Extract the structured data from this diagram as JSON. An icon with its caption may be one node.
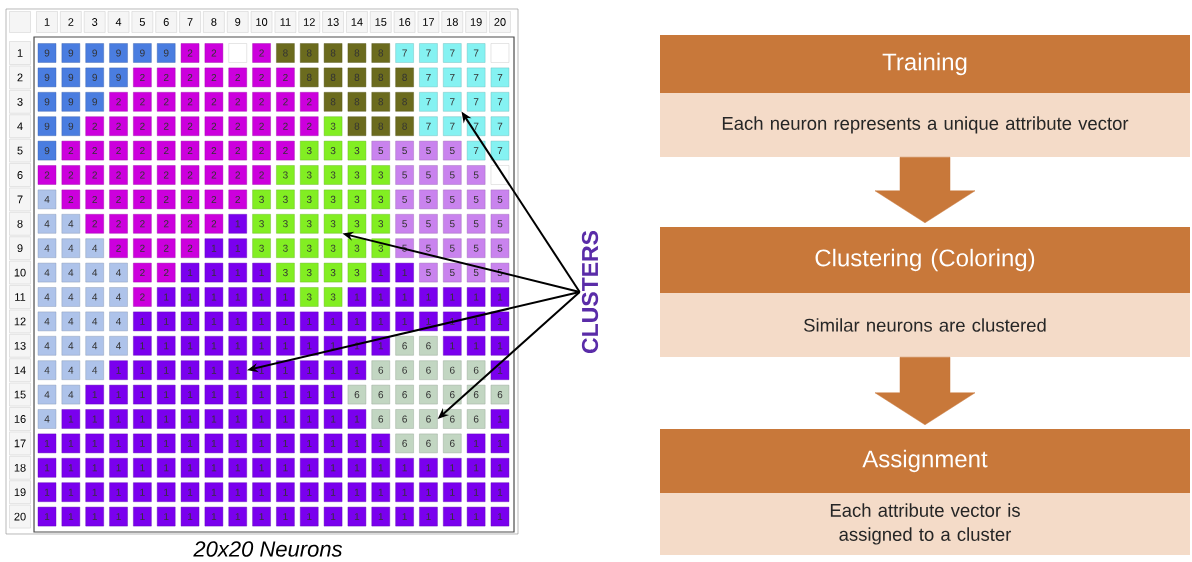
{
  "diagram": {
    "caption": "20x20 Neurons",
    "nodes": [
      {
        "text": [
          "CLUSTERS"
        ]
      },
      {
        "text": [
          "Training"
        ]
      },
      {
        "text": [
          "Each neuron represents a unique attribute vector"
        ]
      },
      {
        "text": [
          "Clustering (Coloring)"
        ]
      },
      {
        "text": [
          "Similar neurons are clustered"
        ]
      },
      {
        "text": [
          "Assignment"
        ]
      },
      {
        "text": [
          "Each attribute vector is assigned to a cluster"
        ]
      },
      {
        "text": [
          "7"
        ]
      },
      {
        "text": [
          "3"
        ]
      },
      {
        "text": [
          "1"
        ]
      },
      {
        "text": [
          "6"
        ]
      }
    ],
    "edges": [
      {
        "from": 0,
        "to": 7,
        "arrow": "to"
      },
      {
        "from": 0,
        "to": 8,
        "arrow": "to"
      },
      {
        "from": 0,
        "to": 9,
        "arrow": "to"
      },
      {
        "from": 0,
        "to": 10,
        "arrow": "to"
      },
      {
        "from": 2,
        "to": 3,
        "arrow": "to",
        "style": "thick",
        "color": "#c8783a"
      },
      {
        "from": 4,
        "to": 5,
        "arrow": "to",
        "style": "thick",
        "color": "#c8783a"
      }
    ],
    "labels": [
      "1",
      "2",
      "3",
      "4",
      "5",
      "6",
      "7",
      "8",
      "9",
      "10",
      "11",
      "12",
      "13",
      "14",
      "15",
      "16",
      "17",
      "18",
      "19",
      "20",
      "1",
      "9",
      "9",
      "9",
      "9",
      "9",
      "9",
      "2",
      "2",
      "2",
      "8",
      "8",
      "8",
      "8",
      "8",
      "7",
      "7",
      "7",
      "7",
      "2",
      "9",
      "9",
      "9",
      "9",
      "2",
      "2",
      "2",
      "2",
      "2",
      "2",
      "2",
      "8",
      "8",
      "8",
      "8",
      "8",
      "7",
      "7",
      "7",
      "7",
      "3",
      "9",
      "9",
      "9",
      "2",
      "2",
      "2",
      "2",
      "2",
      "2",
      "2",
      "2",
      "2",
      "8",
      "8",
      "8",
      "8",
      "7",
      "7",
      "7",
      "4",
      "9",
      "9",
      "2",
      "2",
      "2",
      "2",
      "2",
      "2",
      "2",
      "2",
      "2",
      "2",
      "3",
      "8",
      "8",
      "8",
      "7",
      "7",
      "7",
      "7",
      "5",
      "9",
      "2",
      "2",
      "2",
      "2",
      "2",
      "2",
      "2",
      "2",
      "2",
      "2",
      "3",
      "3",
      "3",
      "5",
      "5",
      "5",
      "5",
      "7",
      "7",
      "6",
      "2",
      "2",
      "2",
      "2",
      "2",
      "2",
      "2",
      "2",
      "2",
      "2",
      "3",
      "3",
      "3",
      "3",
      "3",
      "5",
      "5",
      "5",
      "5",
      "7",
      "4",
      "2",
      "2",
      "2",
      "2",
      "2",
      "2",
      "2",
      "2",
      "3",
      "3",
      "3",
      "3",
      "3",
      "3",
      "5",
      "5",
      "5",
      "5",
      "5",
      "8",
      "4",
      "4",
      "2",
      "2",
      "2",
      "2",
      "2",
      "2",
      "1",
      "3",
      "3",
      "3",
      "3",
      "3",
      "5",
      "5",
      "5",
      "5",
      "5",
      "9",
      "4",
      "4",
      "4",
      "2",
      "2",
      "2",
      "2",
      "1",
      "1",
      "3",
      "3",
      "3",
      "3",
      "3",
      "3",
      "5",
      "5",
      "5",
      "5",
      "5",
      "10",
      "4",
      "4",
      "4",
      "4",
      "2",
      "2",
      "1",
      "1",
      "1",
      "1",
      "3",
      "3",
      "3",
      "3",
      "1",
      "1",
      "5",
      "5",
      "5",
      "5",
      "11",
      "4",
      "4",
      "4",
      "4",
      "2",
      "1",
      "1",
      "1",
      "1",
      "1",
      "1",
      "3",
      "3",
      "1",
      "1",
      "1",
      "1",
      "1",
      "1",
      "1",
      "12",
      "4",
      "4",
      "4",
      "4",
      "1",
      "1",
      "1",
      "1",
      "1",
      "1",
      "1",
      "1",
      "1",
      "1",
      "1",
      "1",
      "1",
      "1",
      "1",
      "1",
      "13",
      "4",
      "4",
      "4",
      "4",
      "1",
      "1",
      "1",
      "1",
      "1",
      "1",
      "1",
      "1",
      "1",
      "1",
      "1",
      "6",
      "6",
      "1",
      "1",
      "1",
      "14",
      "4",
      "4",
      "4",
      "1",
      "1",
      "1",
      "1",
      "1",
      "1",
      "1",
      "1",
      "1",
      "1",
      "6",
      "6",
      "6",
      "6",
      "6",
      "1",
      "15",
      "4",
      "4",
      "1",
      "1",
      "1",
      "1",
      "1",
      "1",
      "1",
      "1",
      "1",
      "1",
      "1",
      "6",
      "6",
      "6",
      "6",
      "6",
      "6",
      "6",
      "16",
      "4",
      "1",
      "1",
      "1",
      "1",
      "1",
      "1",
      "1",
      "1",
      "1",
      "1",
      "1",
      "1",
      "1",
      "6",
      "6",
      "6",
      "6",
      "1",
      "17",
      "1",
      "1",
      "1",
      "1",
      "1",
      "1",
      "1",
      "1",
      "1",
      "1",
      "1",
      "1",
      "1",
      "1",
      "1",
      "6",
      "6",
      "6",
      "1",
      "1",
      "18",
      "1",
      "1",
      "1",
      "1",
      "1",
      "1",
      "1",
      "1",
      "1",
      "1",
      "1",
      "1",
      "1",
      "1",
      "1",
      "1",
      "1",
      "1",
      "1",
      "1",
      "19",
      "1",
      "1",
      "1",
      "1",
      "1",
      "1",
      "1",
      "1",
      "1",
      "1",
      "1",
      "1",
      "1",
      "1",
      "1",
      "1",
      "1",
      "1",
      "1",
      "1",
      "20",
      "1",
      "1",
      "1",
      "1",
      "1",
      "1",
      "1",
      "1",
      "1",
      "1",
      "1",
      "1",
      "1",
      "1",
      "1",
      "1",
      "1",
      "1",
      "1",
      "1"
    ]
  }
}
